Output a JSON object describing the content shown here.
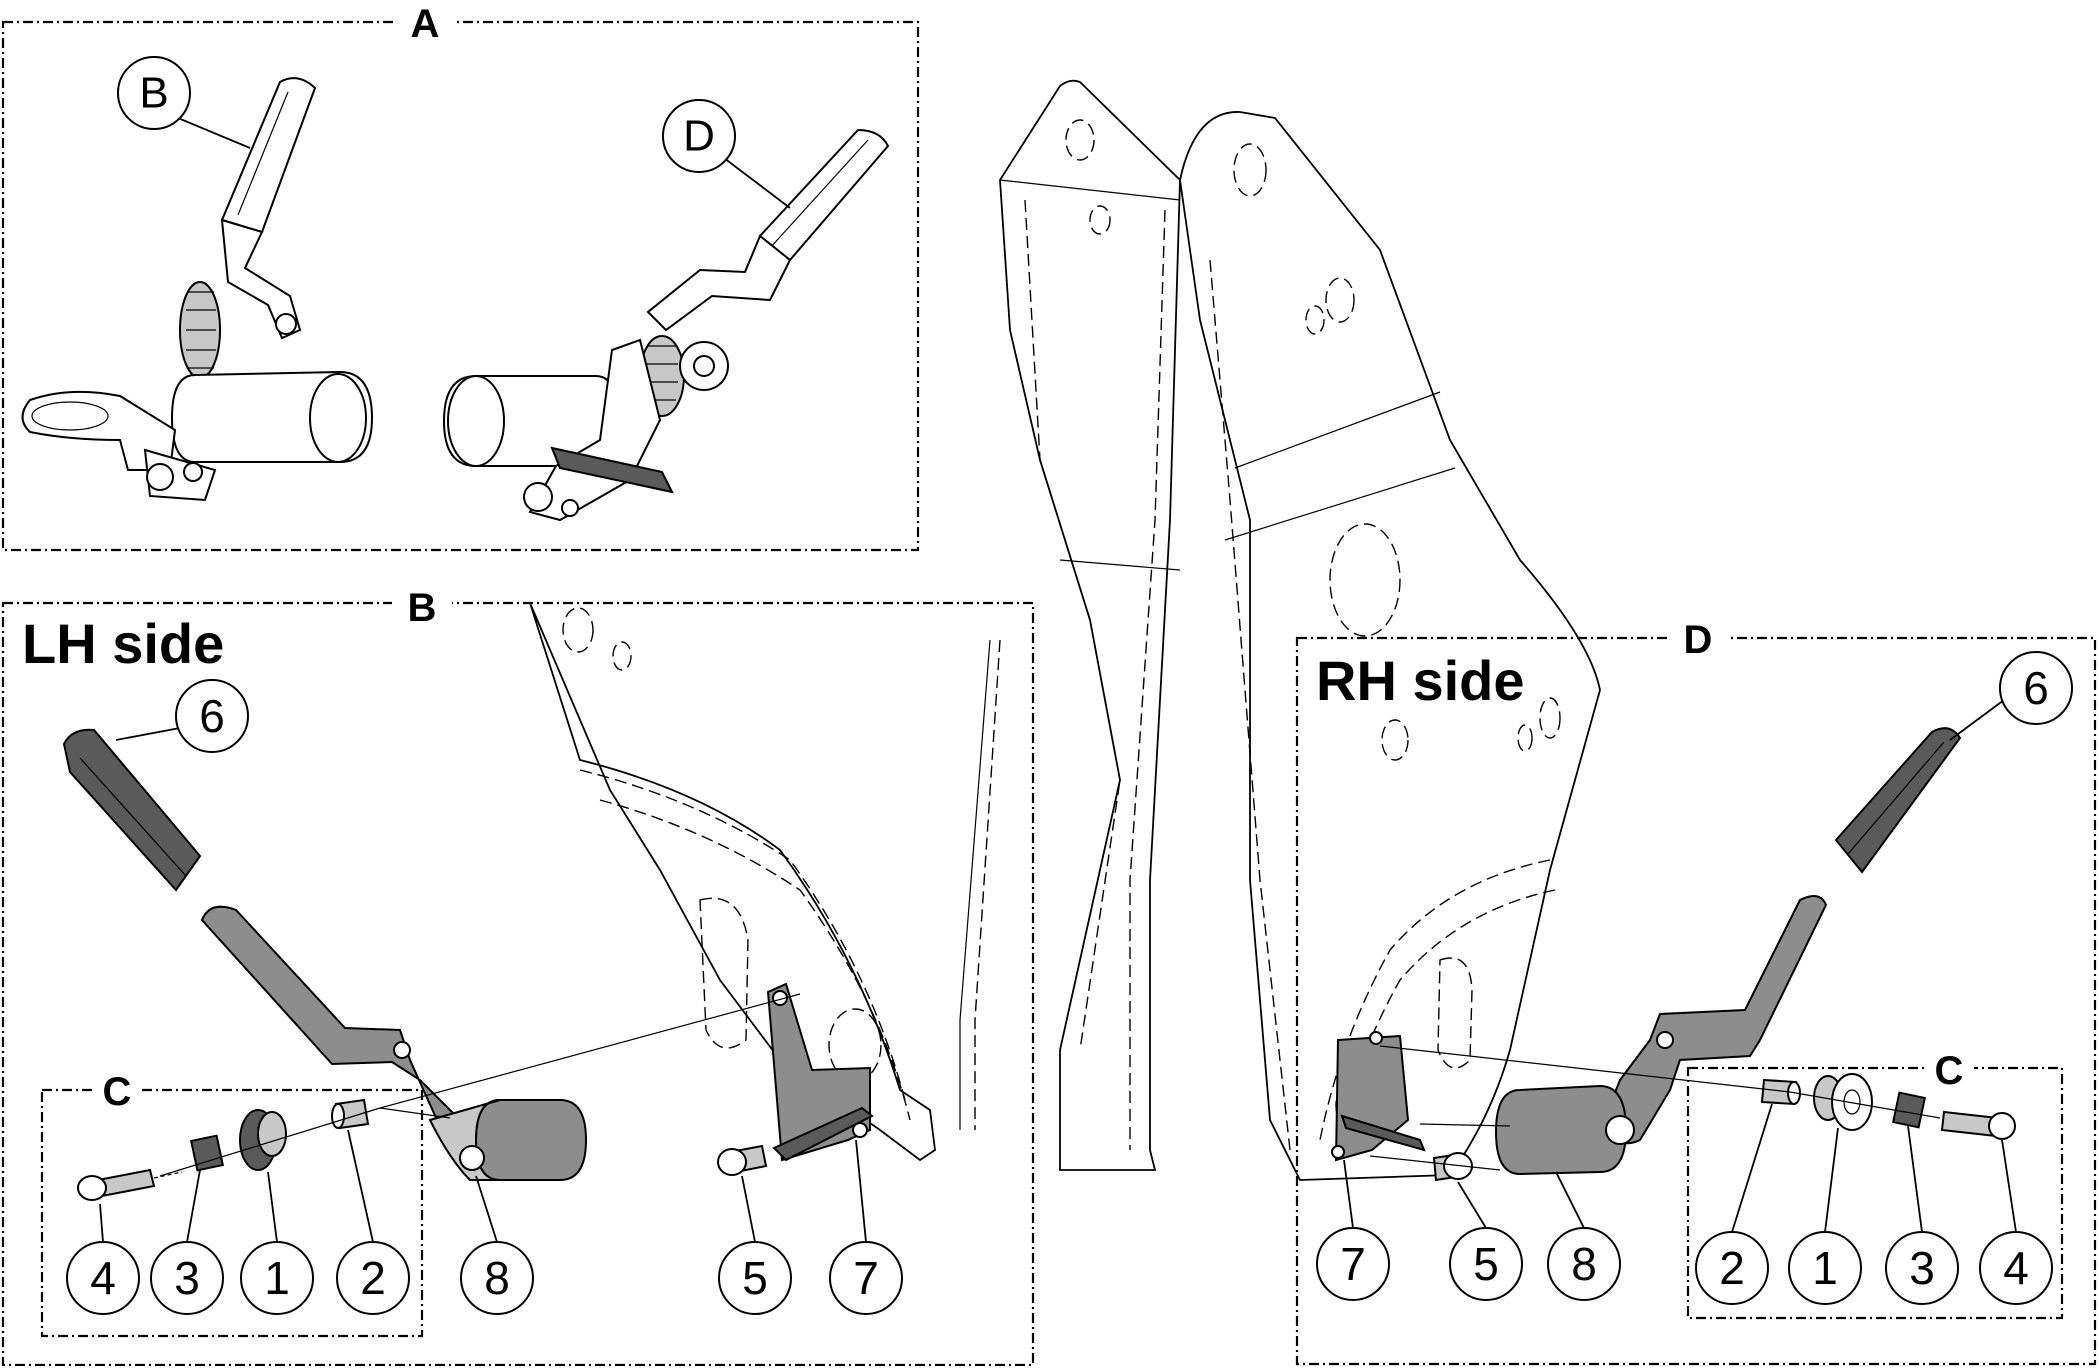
{
  "frames": {
    "a": {
      "title": "A"
    },
    "b": {
      "title": "B",
      "side_label": "LH side"
    },
    "d": {
      "title": "D",
      "side_label": "RH side"
    },
    "c_left": {
      "title": "C"
    },
    "c_right": {
      "title": "C"
    }
  },
  "overview_callouts": {
    "b": "B",
    "d": "D"
  },
  "lh_callouts": {
    "p6": "6",
    "p4": "4",
    "p3": "3",
    "p1": "1",
    "p2": "2",
    "p8": "8",
    "p5": "5",
    "p7": "7"
  },
  "rh_callouts": {
    "p6": "6",
    "p7": "7",
    "p5": "5",
    "p8": "8",
    "p2": "2",
    "p1": "1",
    "p3": "3",
    "p4": "4"
  }
}
